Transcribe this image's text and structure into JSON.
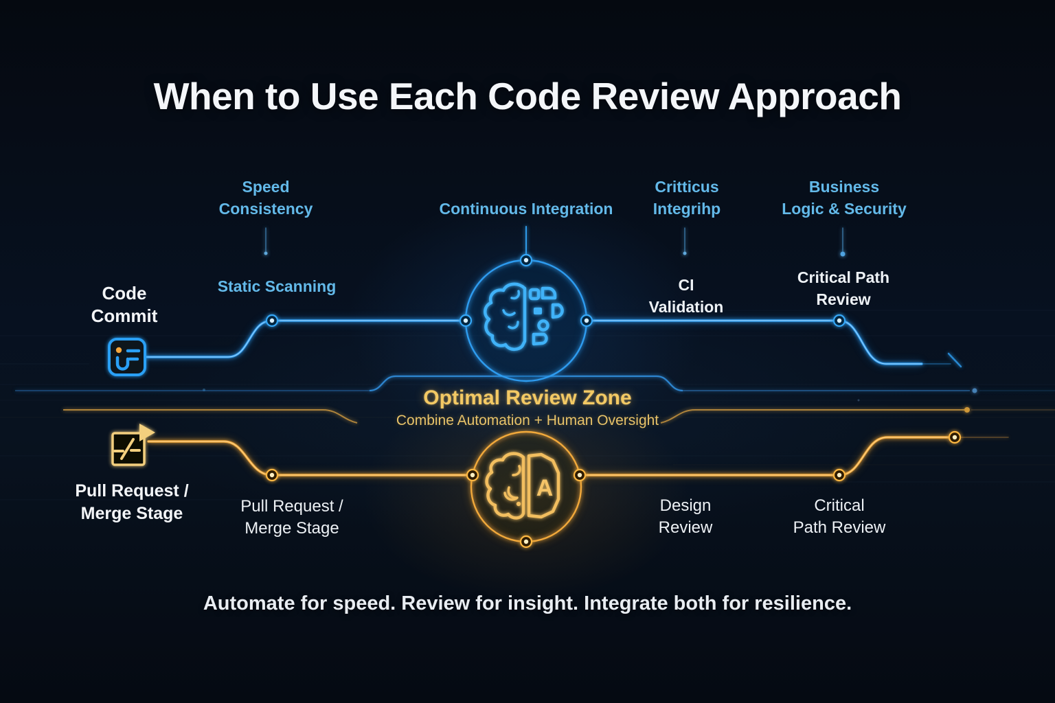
{
  "title": "When to Use Each Code Review Approach",
  "caption": "Automate for speed. Review for insight. Integrate both for resilience.",
  "zone": {
    "title": "Optimal Review Zone",
    "subtitle": "Combine Automation + Human Oversight"
  },
  "automated_track": {
    "stage_label": "Code\nCommit",
    "criteria": [
      {
        "label": "Speed\nConsistency"
      },
      {
        "label": "Continuous Integration"
      },
      {
        "label": "Critticus\nIntegrihp"
      },
      {
        "label": "Business\nLogic & Security"
      }
    ],
    "steps": [
      {
        "label": "Static Scanning"
      },
      {
        "label": "CI\nValidation"
      },
      {
        "label": "Critical Path\nReview"
      }
    ]
  },
  "human_track": {
    "stage_label": "Pull Request /\nMerge Stage",
    "brain_letter": "A",
    "steps": [
      {
        "label": "Pull Request /\nMerge Stage"
      },
      {
        "label": "Design\nReview"
      },
      {
        "label": "Critical\nPath Review"
      }
    ]
  },
  "colors": {
    "automation_blue": "#2D9CF0",
    "criteria_cyan": "#63B9E9",
    "human_gold": "#F2A93B",
    "zone_gold_title": "#F3C964",
    "text_white": "#EEF2F6",
    "background": "#060B14"
  }
}
